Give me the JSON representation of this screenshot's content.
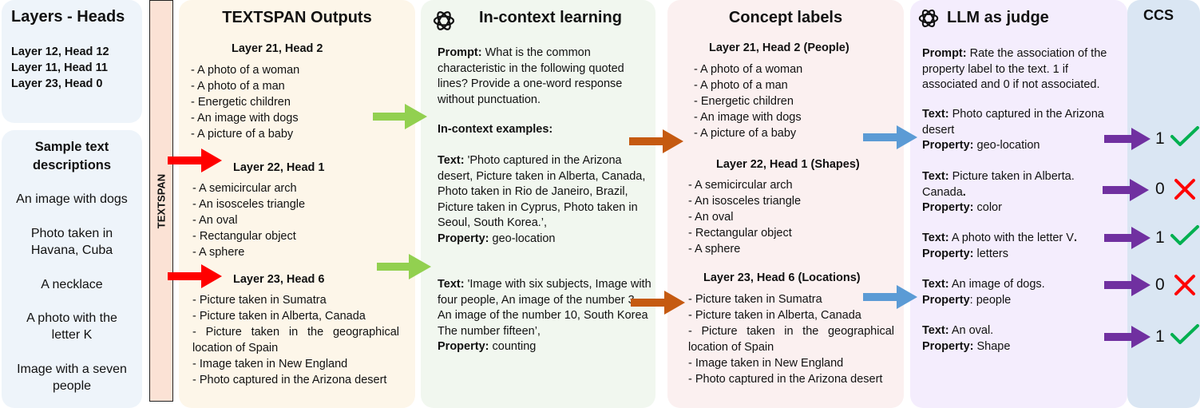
{
  "layers_heads": {
    "title": "Layers - Heads",
    "items": [
      "Layer 12, Head 12",
      "Layer 11, Head 11",
      "Layer 23, Head 0"
    ]
  },
  "samples": {
    "title_line1": "Sample text",
    "title_line2": "descriptions",
    "items": [
      [
        "An image with dogs"
      ],
      [
        "Photo taken in",
        "Havana, Cuba"
      ],
      [
        "A necklace"
      ],
      [
        "A photo with the",
        "letter K"
      ],
      [
        "Image with a seven",
        "people"
      ]
    ]
  },
  "textspan_bar": {
    "label": "TEXTSPAN"
  },
  "textspan_outputs": {
    "title": "TEXTSPAN Outputs",
    "groups": [
      {
        "heading": "Layer 21, Head 2",
        "items": [
          "- A photo of a woman",
          "- A photo of a man",
          "- Energetic children",
          "- An image with dogs",
          "- A picture of a baby"
        ]
      },
      {
        "heading": "Layer 22, Head 1",
        "items": [
          "- A semicircular arch",
          "- An isosceles triangle",
          "- An oval",
          "- Rectangular object",
          "- A sphere"
        ]
      },
      {
        "heading": "Layer 23, Head 6",
        "items": [
          "- Picture taken in Sumatra",
          "- Picture taken in Alberta, Canada",
          "- Picture taken in the geographical location of Spain",
          "- Image taken in New England",
          "- Photo captured in the Arizona desert"
        ]
      }
    ]
  },
  "icl": {
    "title": "In-context learning",
    "prompt_label": "Prompt:",
    "prompt_text": "What is the common characteristic in the following quoted lines? Provide a one-word response without punctuation.",
    "examples_label": "In-context examples:",
    "ex1_text_label": "Text:",
    "ex1_text": "'Photo captured in the Arizona desert, Picture taken in Alberta, Canada, Photo taken in Rio de Janeiro, Brazil, Picture taken in Cyprus, Photo taken in Seoul, South Korea.’,",
    "ex1_prop_label": "Property:",
    "ex1_prop": "geo-location",
    "ex2_text_label": "Text:",
    "ex2_text": "'Image with six subjects, Image with four people, An image of the number 3, An image of the number 10, South Korea The number fifteen’,",
    "ex2_prop_label": "Property:",
    "ex2_prop": "counting"
  },
  "concept": {
    "title": "Concept labels",
    "groups": [
      {
        "heading": "Layer 21, Head 2 (People)",
        "items": [
          "- A photo of a woman",
          "- A photo of a man",
          "- Energetic children",
          "- An image with dogs",
          "- A picture of a baby"
        ]
      },
      {
        "heading": "Layer 22, Head 1 (Shapes)",
        "items": [
          "- A semicircular arch",
          "- An isosceles triangle",
          "- An oval",
          "- Rectangular object",
          "- A sphere"
        ]
      },
      {
        "heading": "Layer 23, Head 6 (Locations)",
        "items": [
          "- Picture taken in Sumatra",
          "- Picture taken in Alberta, Canada",
          "- Picture taken in the geographical location of Spain",
          "- Image taken in New England",
          "- Photo captured in the Arizona desert"
        ]
      }
    ]
  },
  "judge": {
    "title": "LLM as judge",
    "prompt_label": "Prompt:",
    "prompt_text": "Rate the association of the property label to the text. 1 if associated and 0 if not associated.",
    "entries": [
      {
        "text_label": "Text:",
        "text": "Photo captured in the Arizona desert",
        "prop_label": "Property:",
        "prop": "geo-location"
      },
      {
        "text_label": "Text:",
        "text": "Picture taken in Alberta. Canada",
        "text_suffix": ".",
        "prop_label": "Property:",
        "prop": "color"
      },
      {
        "text_label": "Text:",
        "text": "A photo with the letter V",
        "text_suffix": ".",
        "prop_label": "Property:",
        "prop": "letters"
      },
      {
        "text_label": "Text:",
        "text": "An image of dogs.",
        "prop_label": "Property",
        "prop": ": people"
      },
      {
        "text_label": "Text:",
        "text": "An oval.",
        "prop_label": "Property:",
        "prop": "Shape"
      }
    ]
  },
  "ccs": {
    "title": "CCS",
    "scores": [
      "1",
      "0",
      "1",
      "0",
      "1"
    ],
    "marks": [
      "check-icon",
      "cross-icon",
      "check-icon",
      "cross-icon",
      "check-icon"
    ]
  },
  "colors": {
    "red_arrow": "#ff0000",
    "green_arrow": "#92d050",
    "orange_arrow": "#c55a11",
    "blue_arrow": "#5b9bd5",
    "purple_arrow": "#7030a0",
    "check": "#00b050",
    "cross": "#ff0000"
  }
}
